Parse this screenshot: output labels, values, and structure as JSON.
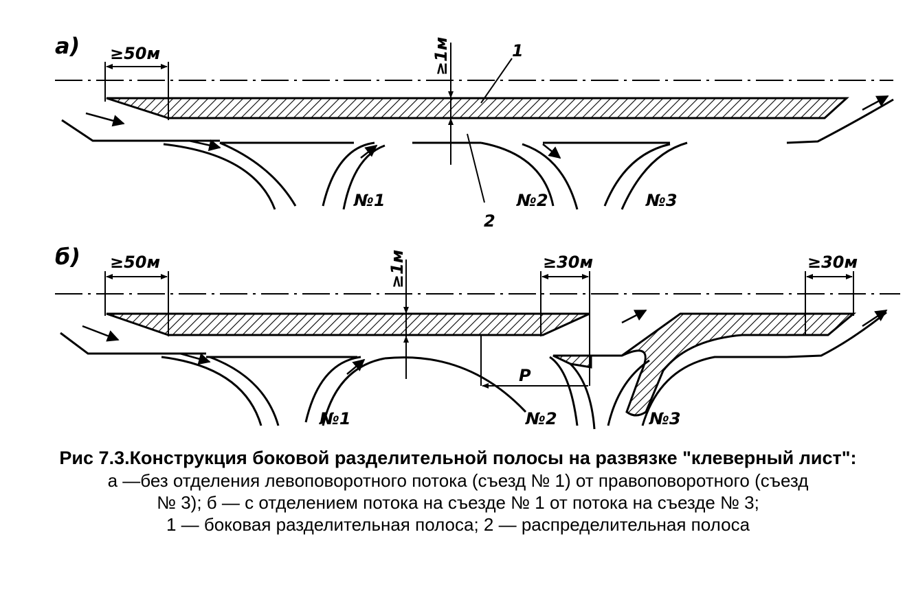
{
  "diagram": {
    "panel_a": {
      "label": "а)",
      "dim_50": "≥50м",
      "dim_1": "≥1м",
      "callout_1": "1",
      "callout_2": "2",
      "exit_1": "№1",
      "exit_2": "№2",
      "exit_3": "№3"
    },
    "panel_b": {
      "label": "б)",
      "dim_50": "≥50м",
      "dim_1": "≥1м",
      "dim_30_left": "≥30м",
      "dim_30_right": "≥30м",
      "p_label": "P",
      "exit_1": "№1",
      "exit_2": "№2",
      "exit_3": "№3"
    }
  },
  "caption": {
    "title": "Рис 7.3.Конструкция боковой разделительной полосы на развязке \"клеверный лист\":",
    "body_line1": "а —без отделения левоповоротного потока (съезд № 1) от правоповоротного (съезд",
    "body_line2": "№ 3); б — с отделением потока на съезде № 1 от потока на съезде № 3;",
    "body_line3": "1 — боковая разделительная полоса; 2 — распределительная полоса"
  }
}
